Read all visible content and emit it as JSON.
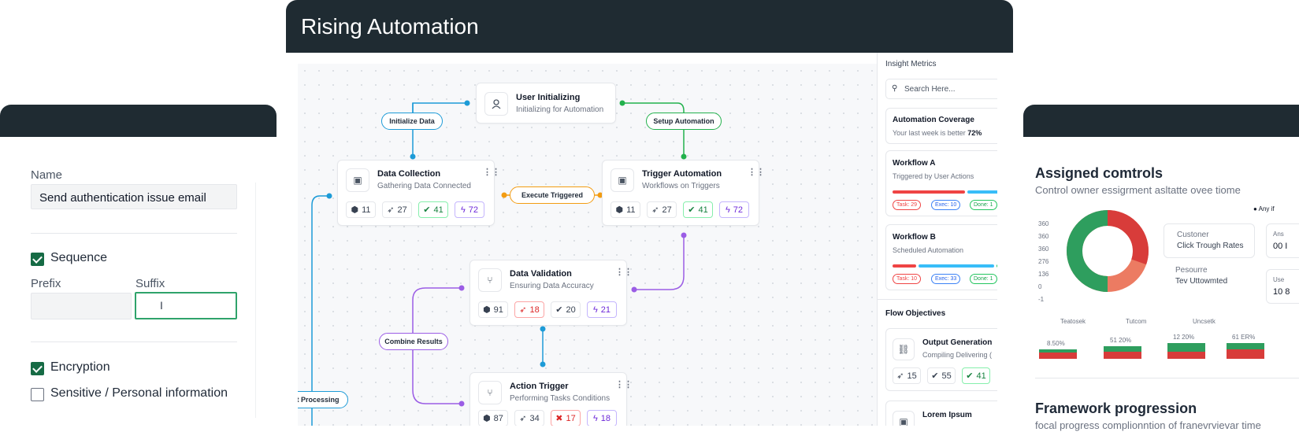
{
  "left_panel": {
    "name_label": "Name",
    "name_value": "Send authentication issue email",
    "sequence_label": "Sequence",
    "prefix_label": "Prefix",
    "suffix_label": "Suffix",
    "prefix_value": "",
    "suffix_value": "",
    "encryption_label": "Encryption",
    "sensitive_label": "Sensitive / Personal information",
    "sequence_checked": true,
    "encryption_checked": true,
    "sensitive_checked": false
  },
  "center": {
    "title": "Rising Automation",
    "nodes": {
      "user": {
        "title": "User Initializing",
        "sub": "Initializing for Automation"
      },
      "collection": {
        "title": "Data Collection",
        "sub": "Gathering Data Connected",
        "stats": [
          "11",
          "27",
          "41",
          "72"
        ]
      },
      "trigger": {
        "title": "Trigger Automation",
        "sub": "Workflows on Triggers",
        "stats": [
          "11",
          "27",
          "41",
          "72"
        ]
      },
      "validation": {
        "title": "Data Validation",
        "sub": "Ensuring Data Accuracy",
        "stats": [
          "91",
          "18",
          "20",
          "21"
        ]
      },
      "action": {
        "title": "Action Trigger",
        "sub": "Performing Tasks Conditions",
        "stats": [
          "87",
          "34",
          "17",
          "18"
        ]
      }
    },
    "edges": {
      "initialize": "Initialize Data",
      "setup": "Setup Automation",
      "execute": "Execute Triggered",
      "combine": "Combine Results",
      "processing": "ct Processing"
    },
    "sidebar": {
      "metrics_heading": "Insight Metrics",
      "search_placeholder": "Search Here...",
      "coverage_title": "Automation Coverage",
      "coverage_sub": "Your last week is better",
      "coverage_pct": "72%",
      "workflow_a": {
        "title": "Workflow A",
        "sub": "Triggered by User Actions",
        "task": "Task: 29",
        "exec": "Exec: 10",
        "done": "Done: 1"
      },
      "workflow_b": {
        "title": "Workflow B",
        "sub": "Scheduled Automation",
        "task": "Task: 10",
        "exec": "Exec: 33",
        "done": "Done: 1"
      },
      "objectives_heading": "Flow Objectives",
      "output": {
        "title": "Output Generation",
        "sub": "Compiling Delivering (",
        "stats": [
          "15",
          "55",
          "41"
        ]
      },
      "lorem": {
        "title": "Lorem Ipsum"
      }
    }
  },
  "right_panel": {
    "title": "Assigned comtrols",
    "subtitle": "Control owner essigrment asltatte ovee tiome",
    "y_ticks": [
      "360",
      "360",
      "360",
      "276",
      "136",
      "0",
      "-1"
    ],
    "legend_any": "Any if",
    "tooltip_1_title": "Custoner",
    "tooltip_1_value": "Click Trough Rates",
    "tooltip_2_title": "Pesourre",
    "tooltip_2_value": "Tev Uttowmted",
    "side_1": "Ans",
    "side_1_val": "00 I",
    "side_2": "Use",
    "side_2_val": "10 8",
    "x_labels": [
      "Teatosek",
      "Tutcom",
      "Uncsetk"
    ],
    "bar_labels": [
      "8.50%",
      "51 20%",
      "12 20%",
      "61 ER%"
    ],
    "section_2_title": "Framework progression",
    "section_2_sub": "focal progress complionntion of franevrvievar time",
    "colors": {
      "green": "#2e9e5e",
      "red": "#d83c3a",
      "salmon": "#ec7b62"
    }
  }
}
